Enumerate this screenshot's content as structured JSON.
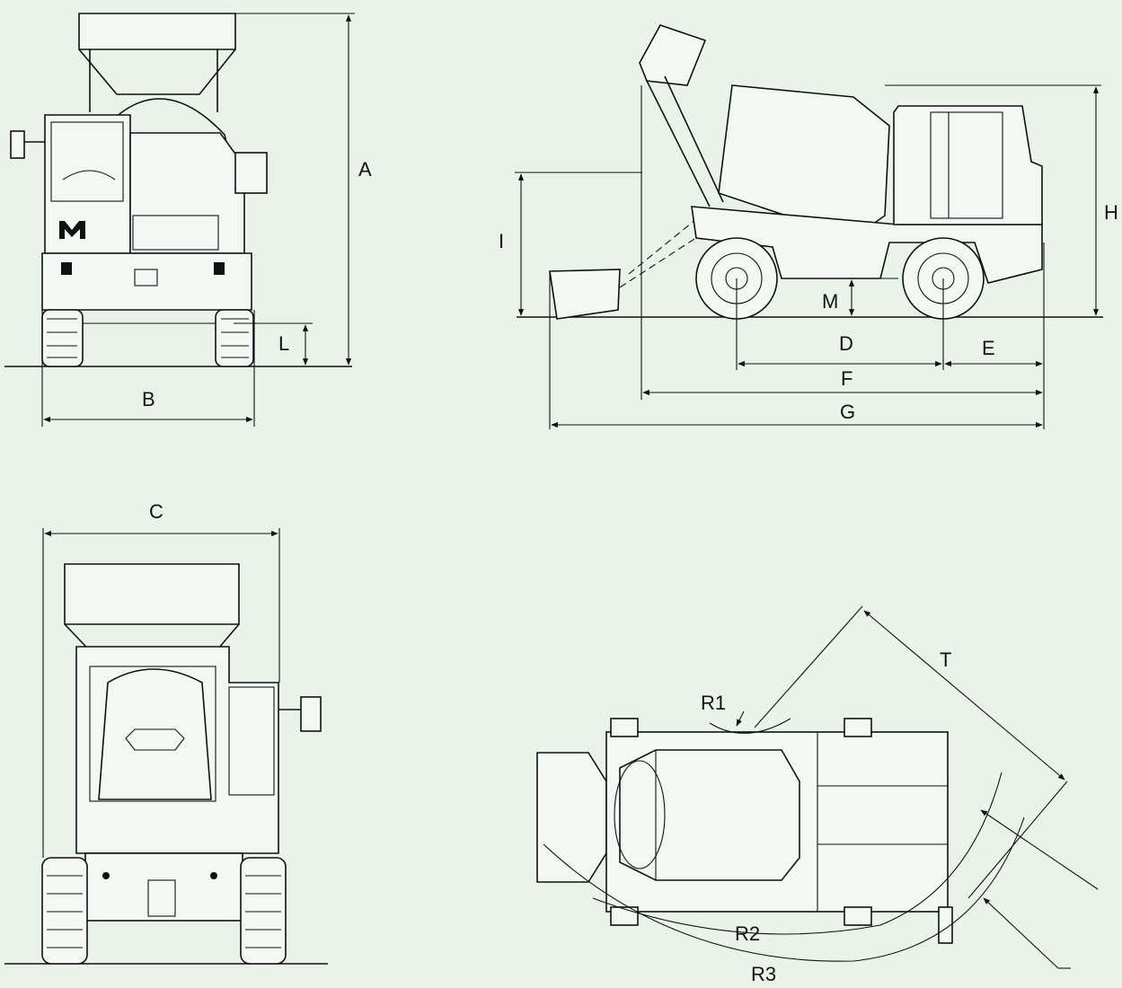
{
  "labels": {
    "A": "A",
    "B": "B",
    "C": "C",
    "D": "D",
    "E": "E",
    "F": "F",
    "G": "G",
    "H": "H",
    "I": "I",
    "L": "L",
    "M": "M",
    "T": "T",
    "R1": "R1",
    "R2": "R2",
    "R3": "R3"
  },
  "colors": {
    "background": "#eaf3ea",
    "line": "#111111"
  }
}
